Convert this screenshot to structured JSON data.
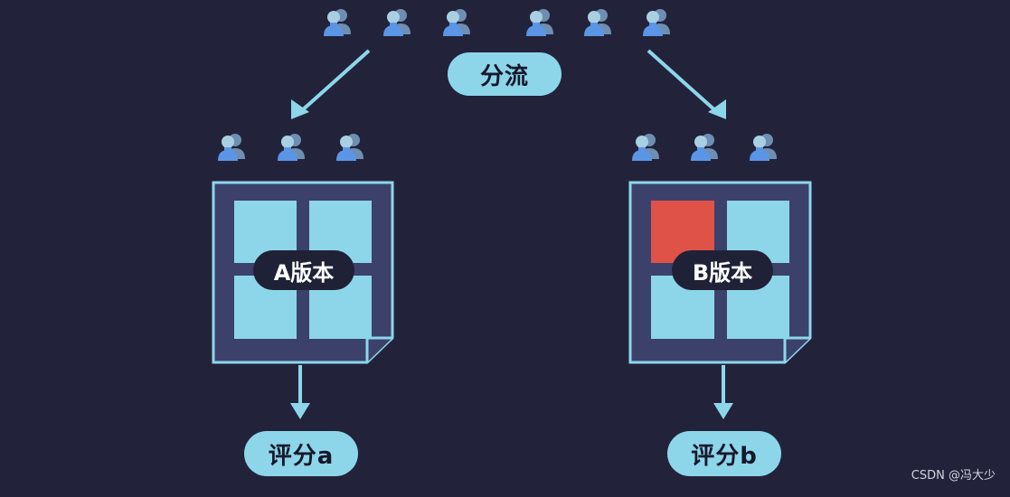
{
  "diagram": {
    "split_label": "分流",
    "version_a_label": "A版本",
    "version_b_label": "B版本",
    "score_a_label": "评分a",
    "score_b_label": "评分b"
  },
  "watermark": "CSDN @冯大少",
  "colors": {
    "background": "#22233a",
    "accent_light_blue": "#8dd6ea",
    "panel": "#3c416b",
    "highlight_red": "#df5247",
    "pill_dark": "#1f2136",
    "user_front": "#5b95e6",
    "user_back": "#6f8fb2"
  },
  "icons": {
    "user_group": "user-pair-icon"
  }
}
